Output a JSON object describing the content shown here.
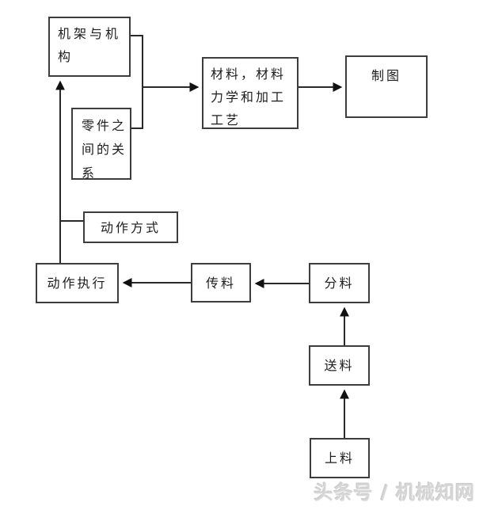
{
  "page": {
    "background": "#ffffff"
  },
  "diagram": {
    "type": "flowchart",
    "nodes": {
      "frame_mechanism": {
        "label": "机架与机构"
      },
      "parts_relationship": {
        "label": "零件之间的关系"
      },
      "materials": {
        "label": "材料，材料力学和加工工艺"
      },
      "drafting": {
        "label": "制图"
      },
      "action_mode": {
        "label": "动作方式"
      },
      "action_execution": {
        "label": "动作执行"
      },
      "transfer": {
        "label": "传料"
      },
      "separate": {
        "label": "分料"
      },
      "feed": {
        "label": "送料"
      },
      "load": {
        "label": "上料"
      }
    },
    "connections": [
      {
        "from": "frame_mechanism",
        "to": "parts_relationship",
        "style": "right-side bracket",
        "arrow": false
      },
      {
        "from": "bracket",
        "to": "materials",
        "arrow": true
      },
      {
        "from": "materials",
        "to": "drafting",
        "arrow": true
      },
      {
        "from": "action_execution",
        "to": "frame_mechanism",
        "arrow": true
      },
      {
        "from": "action_mode",
        "to": "vertical-line",
        "arrow": false
      },
      {
        "from": "transfer",
        "to": "action_execution",
        "arrow": true
      },
      {
        "from": "separate",
        "to": "transfer",
        "arrow": true
      },
      {
        "from": "feed",
        "to": "separate",
        "arrow": true
      },
      {
        "from": "load",
        "to": "feed",
        "arrow": true
      }
    ],
    "colors": {
      "line": "#2a2a2a",
      "box_border": "#3d3d3d",
      "text": "#1c1c1c",
      "background": "#ffffff",
      "watermark": "#d6d6d6"
    }
  },
  "watermark": {
    "text": "头条号 / 机械知网"
  }
}
